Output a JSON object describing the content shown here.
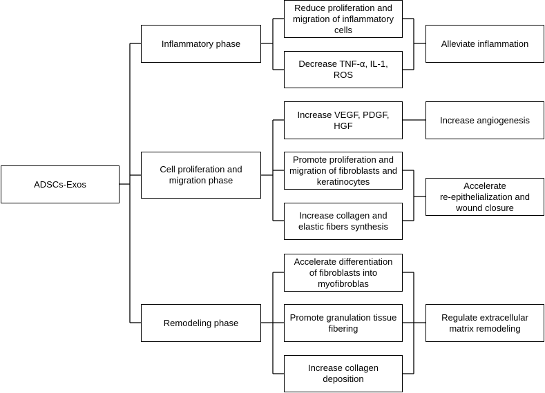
{
  "root": "ADSCs-Exos",
  "phases": [
    {
      "label": "Inflammatory phase",
      "actions": [
        "Reduce proliferation and\nmigration of inflammatory\ncells",
        "Decrease TNF-α, IL-1,\nROS"
      ],
      "outcomes": [
        "Alleviate inflammation"
      ]
    },
    {
      "label": "Cell proliferation and\nmigration phase",
      "actions": [
        "Increase VEGF, PDGF,\nHGF",
        "Promote proliferation and\nmigration of fibroblasts and\nkeratinocytes",
        "Increase collagen and\nelastic fibers synthesis"
      ],
      "outcomes": [
        "Increase angiogenesis",
        "Accelerate\nre-epithelialization and\nwound closure"
      ]
    },
    {
      "label": "Remodeling phase",
      "actions": [
        "Accelerate differentiation\nof fibroblasts into\nmyofibroblas",
        "Promote granulation tissue\nfibering",
        "Increase collagen\ndeposition"
      ],
      "outcomes": [
        "Regulate extracellular\nmatrix remodeling"
      ]
    }
  ]
}
